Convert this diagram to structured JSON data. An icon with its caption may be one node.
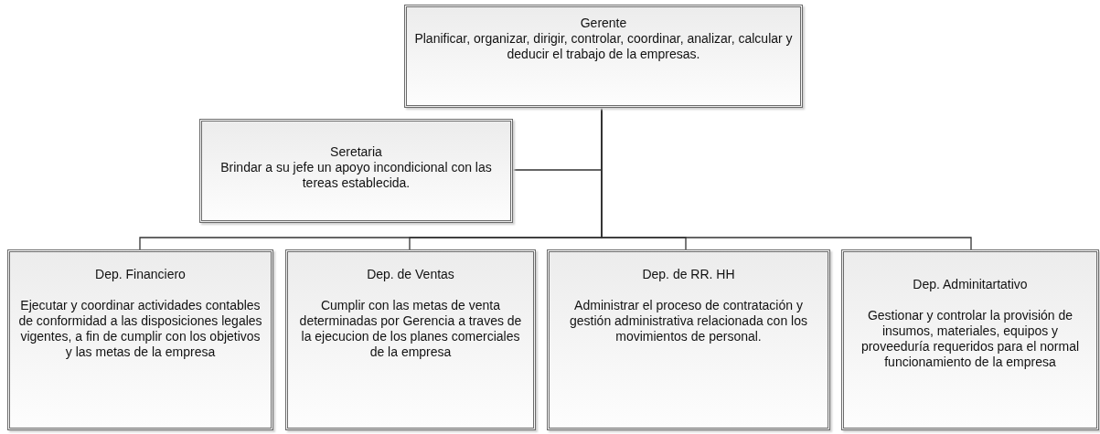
{
  "diagram": {
    "nodes": [
      {
        "text": [
          "Gerente",
          "Planificar, organizar, dirigir, controlar, coordinar, analizar, calcular y deducir el trabajo de la empresas."
        ]
      },
      {
        "text": [
          "Seretaria",
          "Brindar a su jefe un apoyo incondicional con las tereas establecida."
        ]
      },
      {
        "text": [
          "Dep. Financiero",
          "Ejecutar y coordinar  actividades contables de conformidad a las disposiciones legales vigentes, a fin de cumplir con los objetivos y las metas de la empresa"
        ]
      },
      {
        "text": [
          "Dep. de Ventas",
          "Cumplir con las metas de venta determinadas por Gerencia a traves de la ejecucion de los planes comerciales de la empresa"
        ]
      },
      {
        "text": [
          "Dep. de RR. HH",
          "Administrar el proceso de contratación y gestión administrativa relacionada con los movimientos de personal."
        ]
      },
      {
        "text": [
          "Dep. Adminitartativo",
          "Gestionar y controlar la provisión de insumos, materiales, equipos y proveeduría requeridos para el normal funcionamiento  de la empresa"
        ]
      }
    ],
    "edges": [
      {
        "from": 0,
        "to": 1,
        "arrow": "none"
      },
      {
        "from": 0,
        "to": 2,
        "arrow": "none"
      },
      {
        "from": 0,
        "to": 3,
        "arrow": "none"
      },
      {
        "from": 0,
        "to": 4,
        "arrow": "none"
      },
      {
        "from": 0,
        "to": 5,
        "arrow": "none"
      }
    ]
  }
}
